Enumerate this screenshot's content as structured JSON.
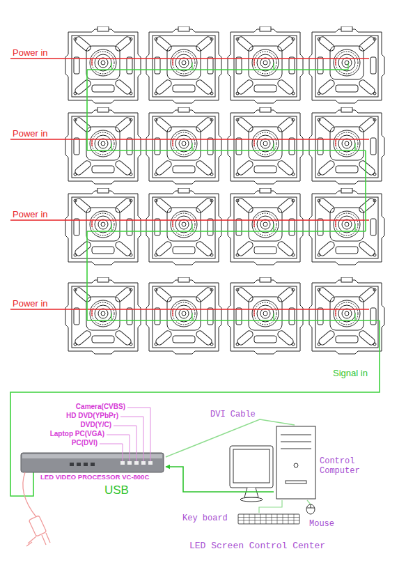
{
  "diagram": {
    "nodes": [
      {
        "text": [
          "LED VIDEO PROCESSOR VC-800C"
        ]
      },
      {
        "text": [
          "Control Computer"
        ]
      },
      {
        "text": [
          "Key board"
        ]
      },
      {
        "text": [
          "Mouse"
        ]
      }
    ],
    "edges": [
      {
        "from": 1,
        "to": 0,
        "arrow": "none",
        "label": "DVI Cable"
      },
      {
        "from": 1,
        "to": 0,
        "arrow": "to",
        "label": "USB"
      },
      {
        "from": 1,
        "to": 2,
        "arrow": "none"
      },
      {
        "from": 1,
        "to": 3,
        "arrow": "none"
      }
    ],
    "labels": [
      "Power in",
      "Power in",
      "Power in",
      "Power in",
      "Signal in",
      "Camera(CVBS)",
      "HD DVD(YPbPr)",
      "DVD(Y/C)",
      "Laptop PC(VGA)",
      "PC(DVI)",
      "LED Screen Control Center"
    ]
  }
}
